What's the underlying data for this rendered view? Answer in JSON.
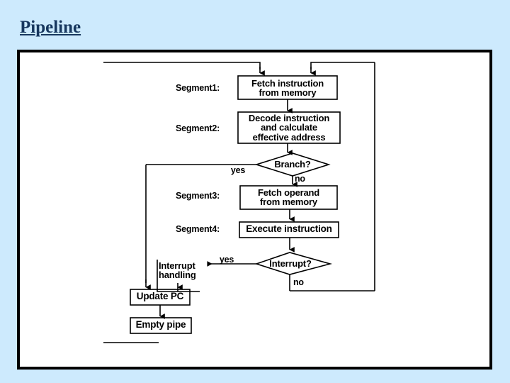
{
  "slide": {
    "title": "Pipeline",
    "title_color": "#17375e",
    "background_color": "#cdeafd",
    "frame_border_color": "#000000",
    "frame_background": "#ffffff"
  },
  "diagram": {
    "type": "flowchart",
    "name": "instruction-pipeline-flowchart",
    "stroke_color": "#000000",
    "segment_labels": [
      {
        "id": "segment1",
        "text": "Segment1:"
      },
      {
        "id": "segment2",
        "text": "Segment2:"
      },
      {
        "id": "segment3",
        "text": "Segment3:"
      },
      {
        "id": "segment4",
        "text": "Segment4:"
      }
    ],
    "nodes": [
      {
        "id": "fetch-instruction",
        "shape": "box",
        "text": "Fetch instruction\nfrom memory"
      },
      {
        "id": "decode-instruction",
        "shape": "box",
        "text": "Decode instruction\nand calculate\neffective address"
      },
      {
        "id": "branch-decision",
        "shape": "diamond",
        "text": "Branch?"
      },
      {
        "id": "fetch-operand",
        "shape": "box",
        "text": "Fetch operand\nfrom memory"
      },
      {
        "id": "execute-instruction",
        "shape": "box",
        "text": "Execute instruction"
      },
      {
        "id": "interrupt-decision",
        "shape": "diamond",
        "text": "Interrupt?"
      },
      {
        "id": "interrupt-handling",
        "shape": "open-box",
        "text": "Interrupt\nhandling"
      },
      {
        "id": "update-pc",
        "shape": "box",
        "text": "Update PC"
      },
      {
        "id": "empty-pipe",
        "shape": "box",
        "text": "Empty pipe"
      }
    ],
    "edge_labels": [
      {
        "id": "branch-yes",
        "text": "yes"
      },
      {
        "id": "branch-no",
        "text": "no"
      },
      {
        "id": "interrupt-yes",
        "text": "yes"
      },
      {
        "id": "interrupt-no",
        "text": "no"
      }
    ]
  }
}
